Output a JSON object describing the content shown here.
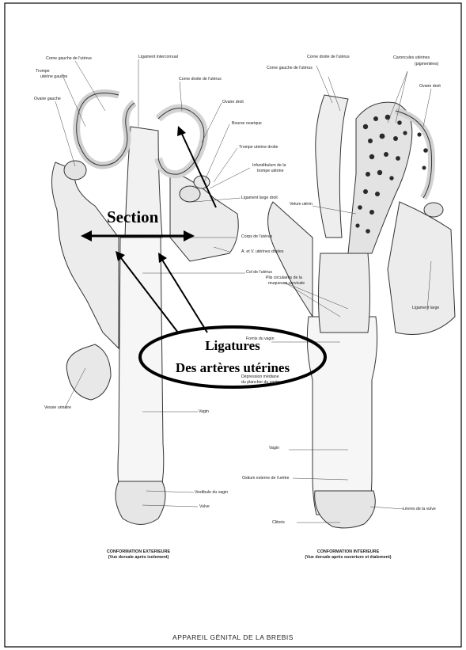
{
  "annotations": {
    "section": "Section",
    "ligatures_line1": "Ligatures",
    "ligatures_line2": "Des artères utérines"
  },
  "left_view": {
    "labels": {
      "corne_gauche": "Corne gauche de l'utérus",
      "trompe_gauche_1": "Trompe",
      "trompe_gauche_2": "utérine gauche",
      "ovaire_gauche": "Ovaire gauche",
      "ligament_intercornual": "Ligament intercornual",
      "corne_droite": "Corne droite de l'utérus",
      "ovaire_droit": "Ovaire droit",
      "bourse_ovarique": "Bourse ovarique",
      "trompe_droite": "Trompe utérine droite",
      "infundibulum_1": "Infundibulum de la",
      "infundibulum_2": "trompe utérine",
      "ligament_large_droit": "Ligament large droit",
      "corps_uterus": "Corps de l'utérus",
      "arteres_droites": "A. et V. utérines droites",
      "col_uterus": "Col de l'utérus",
      "vessie": "Vessie urinaire",
      "vagin": "Vagin",
      "vestibule": "Vestibule du vagin",
      "vulve": "Vulve"
    },
    "caption_1": "CONFORMATION EXTERIEURE",
    "caption_2": "(Vue dorsale après isolement)"
  },
  "right_view": {
    "labels": {
      "corne_droite": "Corne droite de l'utérus",
      "corne_gauche": "Corne gauche de l'utérus",
      "caroncules_1": "Caroncules utérines",
      "caroncules_2": "(pigmentées)",
      "ovaire_droit": "Ovaire droit",
      "velum": "Velum utérin",
      "plis_1": "Plis circulaires de la",
      "plis_2": "muqueuse cervicale",
      "ligament_large": "Ligament large",
      "fornix": "Fornix du vagin",
      "depression_1": "Dépression médiane",
      "depression_2": "du plancher du vagin",
      "vagin": "Vagin",
      "ostium": "Ostium externe de l'urètre",
      "levres": "Lèvres de la vulve",
      "clitoris": "Clitoris"
    },
    "caption_1": "CONFORMATION INTERIEURE",
    "caption_2": "(Vue dorsale après ouverture et étalement)"
  },
  "plate_title": "APPAREIL GÉNITAL DE LA BREBIS"
}
